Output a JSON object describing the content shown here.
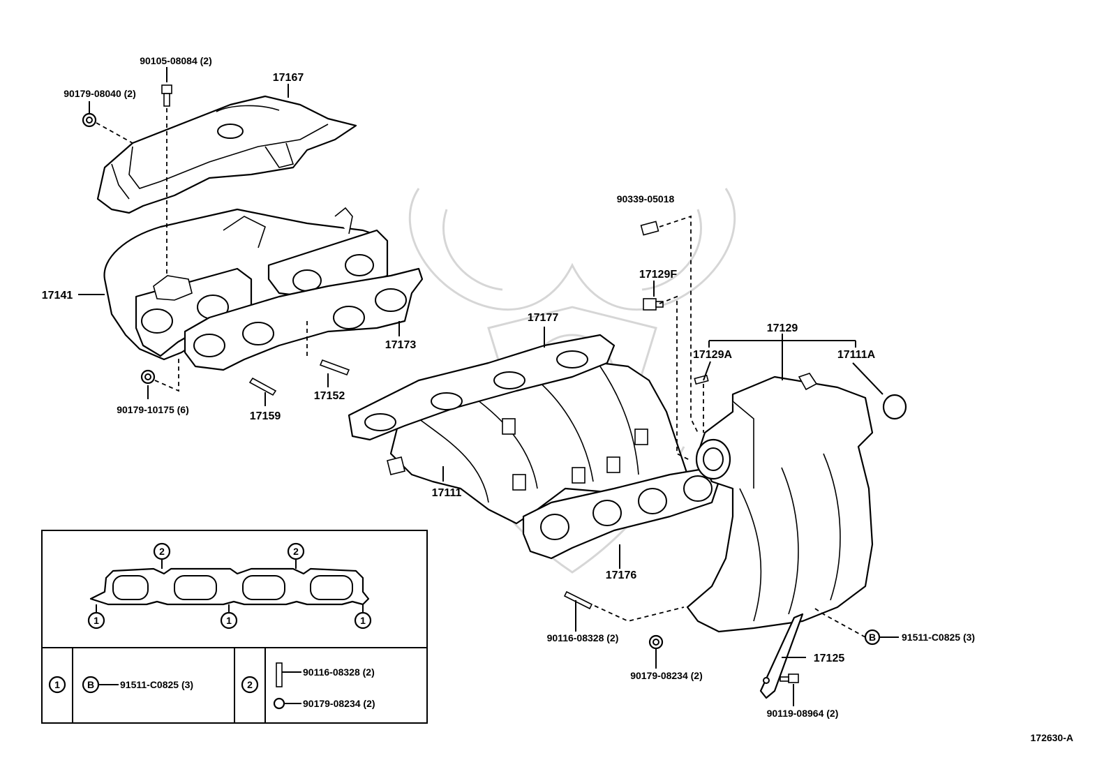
{
  "parts": {
    "p90105": "90105-08084 (2)",
    "p17167": "17167",
    "p90179_08040": "90179-08040 (2)",
    "p17141": "17141",
    "p17173": "17173",
    "p90179_10175": "90179-10175 (6)",
    "p17159": "17159",
    "p17152": "17152",
    "p90339": "90339-05018",
    "p17129F": "17129F",
    "p17177": "17177",
    "p17129": "17129",
    "p17129A": "17129A",
    "p17111A": "17111A",
    "p17111": "17111",
    "p17176": "17176",
    "p90116": "90116-08328 (2)",
    "p90179_08234": "90179-08234 (2)",
    "p17125": "17125",
    "pB_91511": "91511-C0825 (3)",
    "p90119": "90119-08964 (2)"
  },
  "inset": {
    "marker1": "1",
    "marker2": "2",
    "markerB": "B",
    "row1_label": "91511-C0825 (3)",
    "row2_label_a": "90116-08328 (2)",
    "row2_label_b": "90179-08234 (2)"
  },
  "figure_code": "172630-A"
}
